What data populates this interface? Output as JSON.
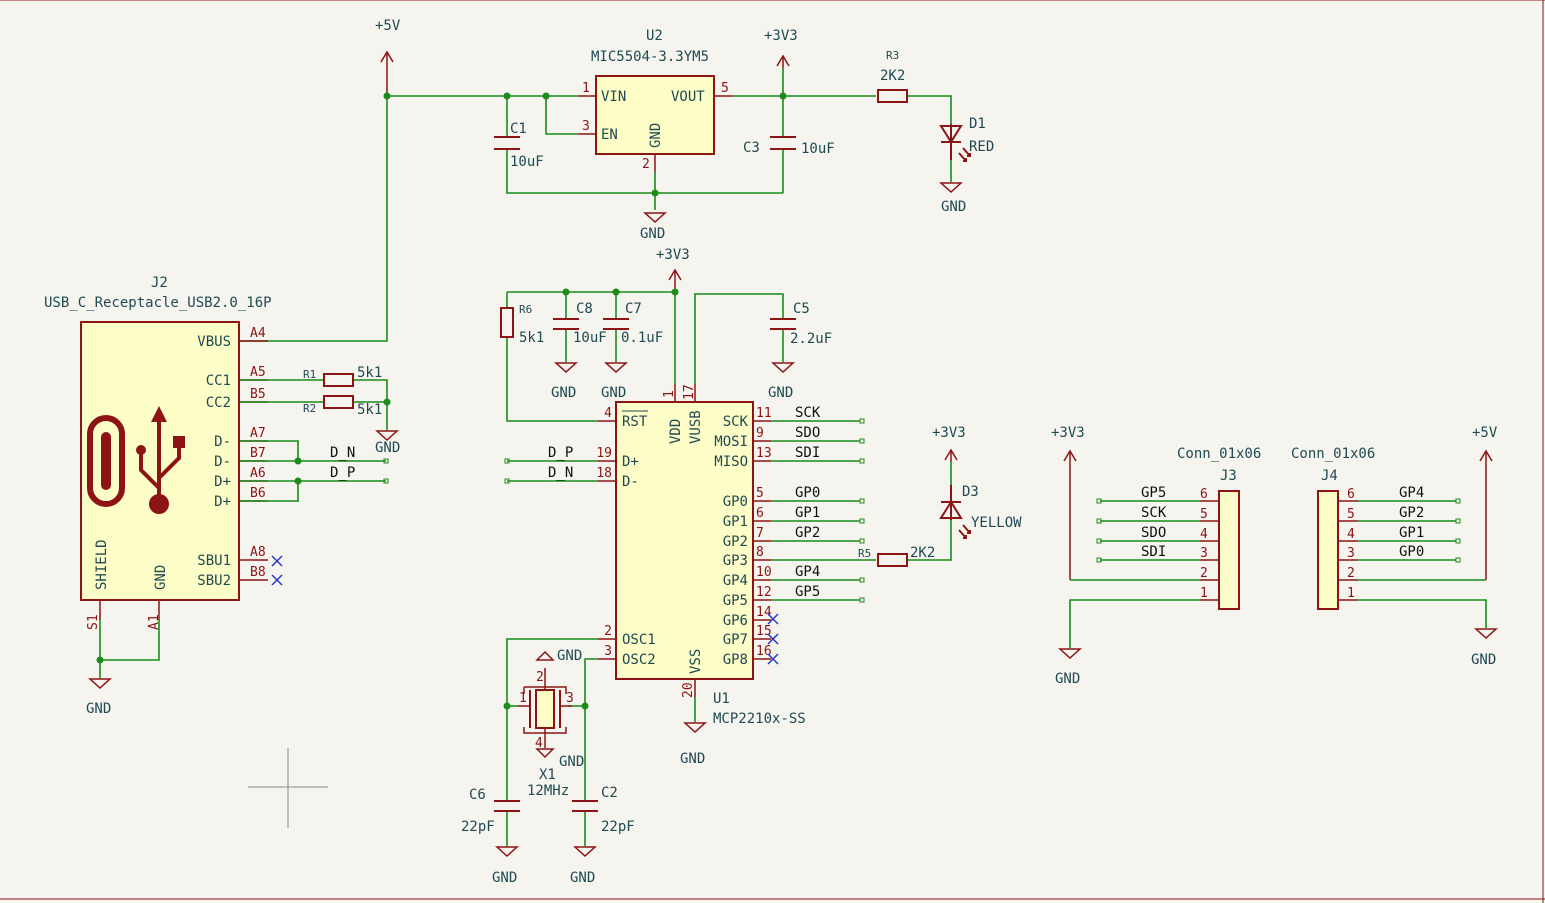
{
  "power": {
    "p5v": "+5V",
    "p3v3": "+3V3",
    "gnd": "GND"
  },
  "u2": {
    "ref": "U2",
    "value": "MIC5504-3.3YM5",
    "pins": {
      "vin": "VIN",
      "en": "EN",
      "gnd": "GND",
      "vout": "VOUT"
    },
    "pin_numbers": {
      "vin": "1",
      "en": "3",
      "gnd": "2",
      "vout": "5"
    }
  },
  "c1": {
    "ref": "C1",
    "value": "10uF"
  },
  "c3": {
    "ref": "C3",
    "value": "10uF"
  },
  "r3": {
    "ref": "R3",
    "value": "2K2"
  },
  "d1": {
    "ref": "D1",
    "value": "RED"
  },
  "j2": {
    "ref": "J2",
    "value": "USB_C_Receptacle_USB2.0_16P",
    "pins": [
      {
        "name": "VBUS",
        "num": "A4"
      },
      {
        "name": "CC1",
        "num": "A5"
      },
      {
        "name": "CC2",
        "num": "B5"
      },
      {
        "name": "D-",
        "num": "A7"
      },
      {
        "name": "D-",
        "num": "B7"
      },
      {
        "name": "D+",
        "num": "A6"
      },
      {
        "name": "D+",
        "num": "B6"
      },
      {
        "name": "SBU1",
        "num": "A8"
      },
      {
        "name": "SBU2",
        "num": "B8"
      }
    ],
    "shield": "SHIELD",
    "gnd": "GND",
    "shield_num": "S1",
    "gnd_num": "A1"
  },
  "r1": {
    "ref": "R1",
    "value": "5k1"
  },
  "r2": {
    "ref": "R2",
    "value": "5k1"
  },
  "r6": {
    "ref": "R6",
    "value": "5k1"
  },
  "c8": {
    "ref": "C8",
    "value": "10uF"
  },
  "c7": {
    "ref": "C7",
    "value": "0.1uF"
  },
  "c5": {
    "ref": "C5",
    "value": "2.2uF"
  },
  "u1": {
    "ref": "U1",
    "value": "MCP2210x-SS",
    "left_pins": [
      {
        "name": "RST",
        "num": "4"
      },
      {
        "name": "D+",
        "num": "19"
      },
      {
        "name": "D-",
        "num": "18"
      },
      {
        "name": "OSC1",
        "num": "2"
      },
      {
        "name": "OSC2",
        "num": "3"
      }
    ],
    "right_pins": [
      {
        "name": "SCK",
        "num": "11"
      },
      {
        "name": "MOSI",
        "num": "9"
      },
      {
        "name": "MISO",
        "num": "13"
      },
      {
        "name": "GP0",
        "num": "5"
      },
      {
        "name": "GP1",
        "num": "6"
      },
      {
        "name": "GP2",
        "num": "7"
      },
      {
        "name": "GP3",
        "num": "8"
      },
      {
        "name": "GP4",
        "num": "10"
      },
      {
        "name": "GP5",
        "num": "12"
      },
      {
        "name": "GP6",
        "num": "14"
      },
      {
        "name": "GP7",
        "num": "15"
      },
      {
        "name": "GP8",
        "num": "16"
      }
    ],
    "top_pins": [
      {
        "name": "VDD",
        "num": "1"
      },
      {
        "name": "VUSB",
        "num": "17"
      }
    ],
    "bottom_pin": {
      "name": "VSS",
      "num": "20"
    }
  },
  "nets": {
    "d_n": "D_N",
    "d_p": "D_P",
    "sck": "SCK",
    "sdo": "SDO",
    "sdi": "SDI",
    "gp0": "GP0",
    "gp1": "GP1",
    "gp2": "GP2",
    "gp4": "GP4",
    "gp5": "GP5"
  },
  "r5": {
    "ref": "R5",
    "value": "2K2"
  },
  "d3": {
    "ref": "D3",
    "value": "YELLOW"
  },
  "x1": {
    "ref": "X1",
    "value": "12MHz",
    "pins": [
      "1",
      "2",
      "3",
      "4"
    ]
  },
  "c6": {
    "ref": "C6",
    "value": "22pF"
  },
  "c2": {
    "ref": "C2",
    "value": "22pF"
  },
  "j3": {
    "ref": "J3",
    "value": "Conn_01x06",
    "pins": [
      "6",
      "5",
      "4",
      "3",
      "2",
      "1"
    ],
    "labels": [
      "GP5",
      "SCK",
      "SDO",
      "SDI"
    ]
  },
  "j4": {
    "ref": "J4",
    "value": "Conn_01x06",
    "pins": [
      "6",
      "5",
      "4",
      "3",
      "2",
      "1"
    ],
    "labels": [
      "GP4",
      "GP2",
      "GP1",
      "GP0"
    ]
  }
}
